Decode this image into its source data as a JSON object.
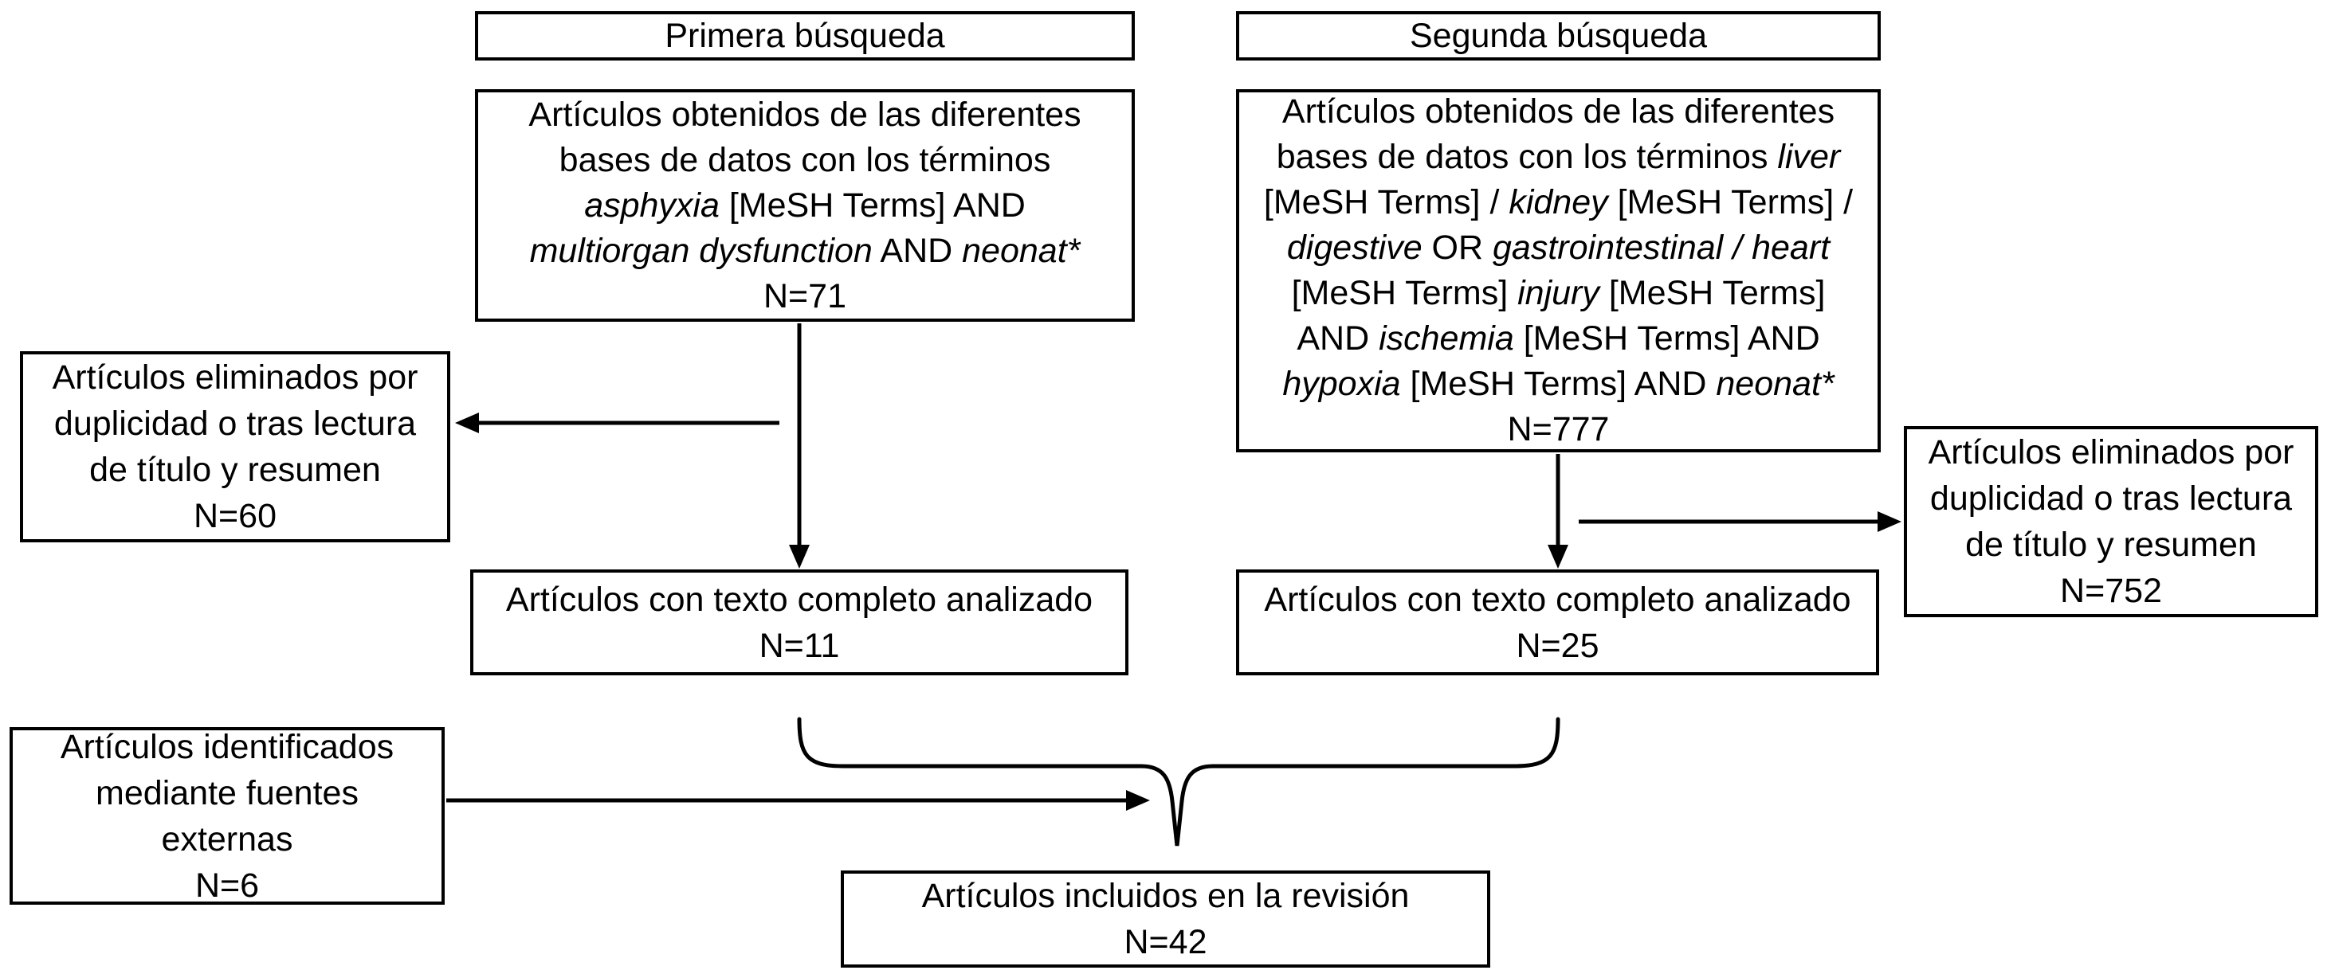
{
  "colors": {
    "ink": "#000000",
    "paper": "#ffffff"
  },
  "boxes": {
    "primera_header": {
      "title": "Primera búsqueda"
    },
    "primera_desc": {
      "n_value": "N=71",
      "lines": [
        [
          {
            "t": "Artículos obtenidos de las diferentes"
          }
        ],
        [
          {
            "t": "bases de datos con los términos"
          }
        ],
        [
          {
            "t": "asphyxia",
            "i": true
          },
          {
            "t": " [MeSH Terms] AND"
          }
        ],
        [
          {
            "t": "multiorgan dysfunction",
            "i": true
          },
          {
            "t": " AND "
          },
          {
            "t": "neonat*",
            "i": true
          }
        ],
        [
          {
            "t": "N=71"
          }
        ]
      ]
    },
    "segunda_header": {
      "title": "Segunda búsqueda"
    },
    "segunda_desc": {
      "n_value": "N=777",
      "lines": [
        [
          {
            "t": "Artículos obtenidos de las diferentes"
          }
        ],
        [
          {
            "t": "bases de datos con los términos "
          },
          {
            "t": "liver",
            "i": true
          }
        ],
        [
          {
            "t": "[MeSH Terms] / "
          },
          {
            "t": "kidney",
            "i": true
          },
          {
            "t": " [MeSH Terms] /"
          }
        ],
        [
          {
            "t": "digestive",
            "i": true
          },
          {
            "t": " OR "
          },
          {
            "t": "gastrointestinal / heart",
            "i": true
          }
        ],
        [
          {
            "t": "[MeSH Terms] "
          },
          {
            "t": "injury",
            "i": true
          },
          {
            "t": " [MeSH Terms]"
          }
        ],
        [
          {
            "t": "AND "
          },
          {
            "t": "ischemia",
            "i": true
          },
          {
            "t": " [MeSH Terms] AND"
          }
        ],
        [
          {
            "t": "hypoxia",
            "i": true
          },
          {
            "t": " [MeSH Terms] AND "
          },
          {
            "t": "neonat*",
            "i": true
          }
        ],
        [
          {
            "t": "N=777"
          }
        ]
      ]
    },
    "eliminados_izq": {
      "n_value": "N=60",
      "lines": [
        [
          {
            "t": "Artículos eliminados por"
          }
        ],
        [
          {
            "t": "duplicidad o tras lectura"
          }
        ],
        [
          {
            "t": "de título y resumen"
          }
        ],
        [
          {
            "t": "N=60"
          }
        ]
      ]
    },
    "eliminados_der": {
      "n_value": "N=752",
      "lines": [
        [
          {
            "t": "Artículos eliminados por"
          }
        ],
        [
          {
            "t": "duplicidad o tras lectura"
          }
        ],
        [
          {
            "t": "de título y resumen"
          }
        ],
        [
          {
            "t": "N=752"
          }
        ]
      ]
    },
    "analizados_izq": {
      "n_value": "N=11",
      "lines": [
        [
          {
            "t": "Artículos con texto completo analizado"
          }
        ],
        [
          {
            "t": "N=11"
          }
        ]
      ]
    },
    "analizados_der": {
      "n_value": "N=25",
      "lines": [
        [
          {
            "t": "Artículos con texto completo analizado"
          }
        ],
        [
          {
            "t": "N=25"
          }
        ]
      ]
    },
    "fuentes_externas": {
      "n_value": "N=6",
      "lines": [
        [
          {
            "t": "Artículos identificados"
          }
        ],
        [
          {
            "t": "mediante fuentes"
          }
        ],
        [
          {
            "t": "externas"
          }
        ],
        [
          {
            "t": "N=6"
          }
        ]
      ]
    },
    "incluidos": {
      "n_value": "N=42",
      "lines": [
        [
          {
            "t": "Artículos incluidos en la revisión"
          }
        ],
        [
          {
            "t": "N=42"
          }
        ]
      ]
    }
  },
  "connections": [
    {
      "from": "primera_desc",
      "to": "analizados_izq",
      "type": "arrow-down"
    },
    {
      "from": "primera_desc",
      "to": "eliminados_izq",
      "type": "arrow-left"
    },
    {
      "from": "segunda_desc",
      "to": "analizados_der",
      "type": "arrow-down"
    },
    {
      "from": "segunda_desc",
      "to": "eliminados_der",
      "type": "arrow-right"
    },
    {
      "from": "fuentes_externas",
      "to": "incluidos",
      "type": "arrow-right"
    },
    {
      "from": "analizados_izq + analizados_der",
      "to": "incluidos",
      "type": "brace-merge"
    }
  ]
}
